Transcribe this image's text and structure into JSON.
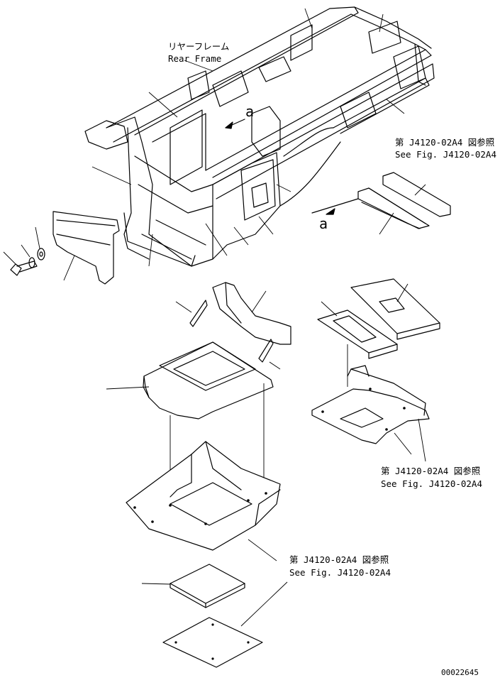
{
  "callouts": {
    "rear_frame_jp": "リヤーフレーム",
    "rear_frame_en": "Rear Frame",
    "ref1_jp": "第 J4120-02A4 図参照",
    "ref1_en": "See Fig. J4120-02A4",
    "ref2_jp": "第 J4120-02A4 図参照",
    "ref2_en": "See Fig. J4120-02A4",
    "ref3_jp": "第 J4120-02A4 図参照",
    "ref3_en": "See Fig. J4120-02A4",
    "view_a_1": "a",
    "view_a_2": "a"
  },
  "footer": {
    "drawing_number": "00022645"
  }
}
